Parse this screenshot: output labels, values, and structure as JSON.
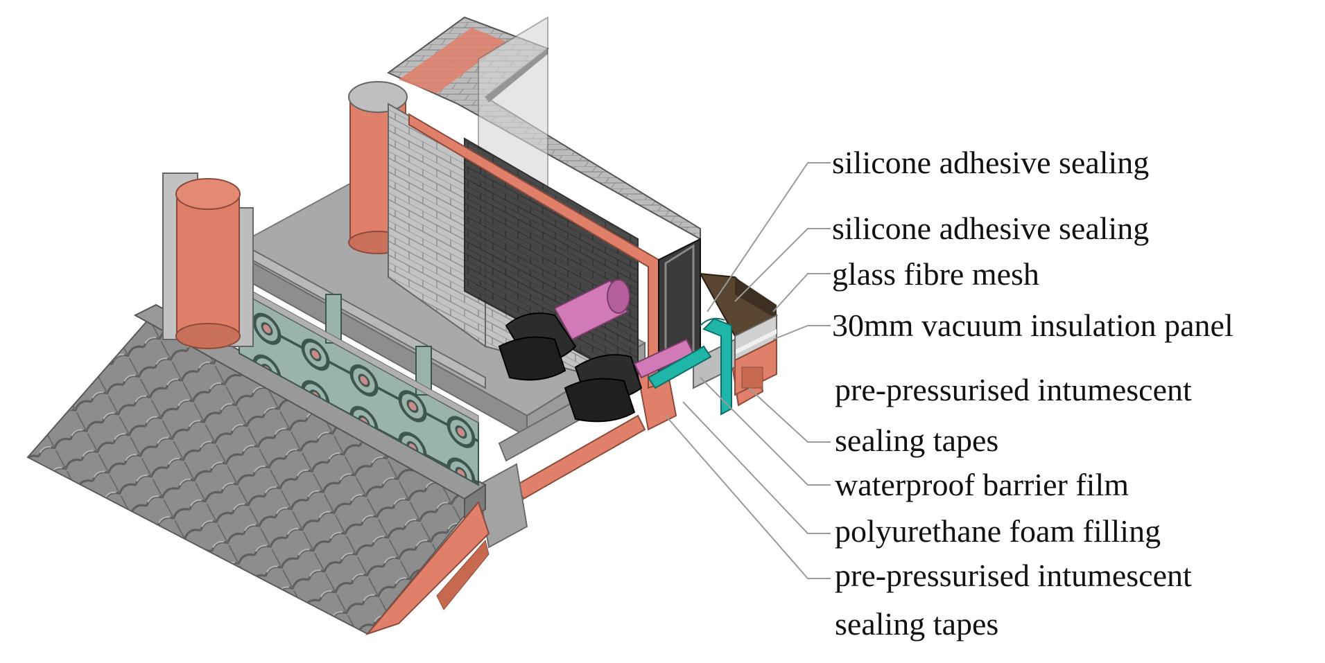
{
  "labels": [
    "silicone adhesive sealing",
    "silicone adhesive sealing",
    "glass fibre mesh",
    "30mm vacuum insulation panel",
    "pre-pressurised intumescent",
    "sealing tapes",
    "waterproof barrier film",
    "polyurethane foam filling",
    "pre-pressurised intumescent",
    "sealing tapes"
  ],
  "colors": {
    "background": "#ffffff",
    "concrete": "#a6a6a6",
    "brick_face": "#bdbdbd",
    "dark_block": "#3c3c3c",
    "terracotta": "#d9806a",
    "roof_tile": "#8f8f8f",
    "balustrade": "#9fb9b0",
    "cyan_membrane": "#1fb5a8",
    "pink_pipe": "#d27ab8",
    "foam_brown": "#5a4530",
    "leader_line": "#9a9a9a"
  }
}
